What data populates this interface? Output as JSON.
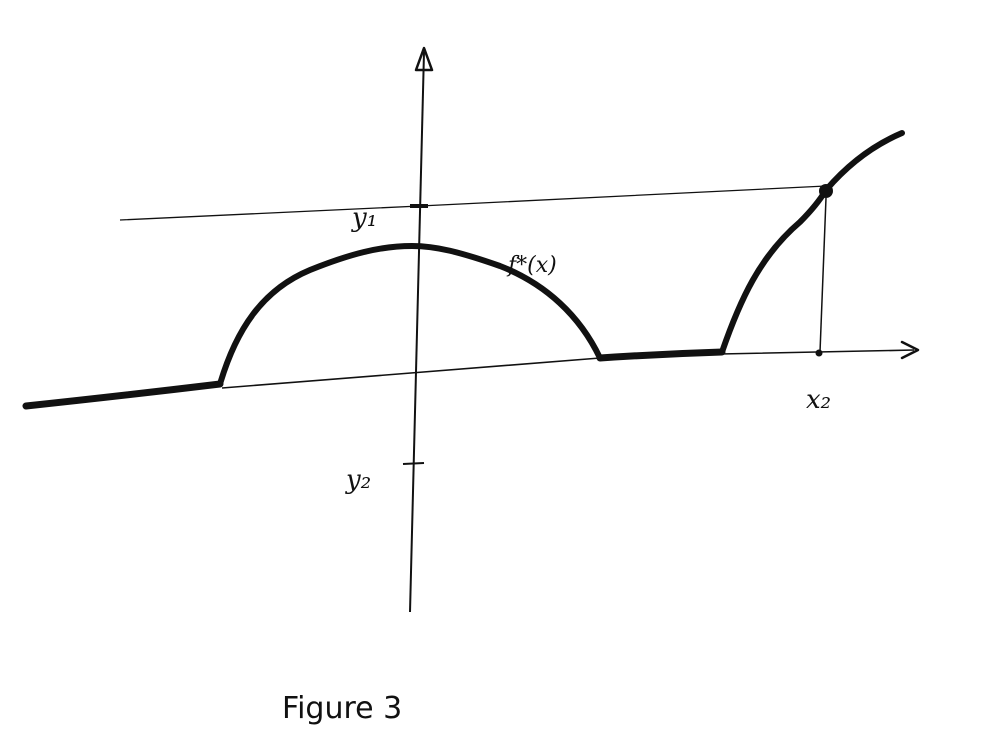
{
  "figure": {
    "caption": "Figure 3",
    "curve_label": "f*(x)",
    "labels": {
      "y1": "y₁",
      "y2": "y₂",
      "x2": "x₂"
    },
    "colors": {
      "ink": "#111111",
      "background": "#ffffff"
    },
    "description": "Hand-drawn sketch of a piecewise function f*(x): flat (slightly rising) line on left, a dome/hump centered on the y-axis peaking just below y1, flat segment along the x-axis, then a rising concave-down branch crossing the horizontal y1 line at x2 (marked with a dot and vertical dropline to the x-axis). Tick marks at y1 and y2 on the vertical axis."
  }
}
